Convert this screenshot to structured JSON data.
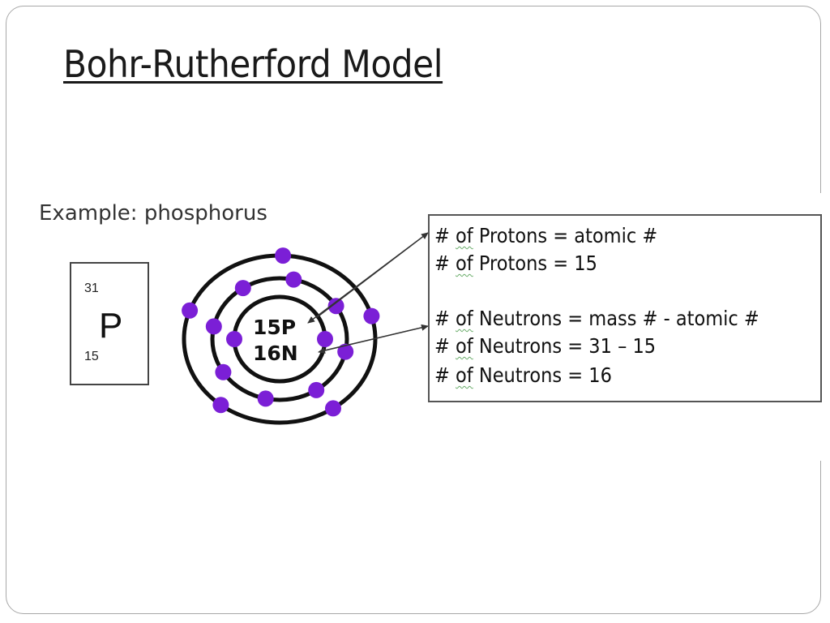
{
  "slide": {
    "title": "Bohr-Rutherford Model"
  },
  "example": {
    "label": "Example: phosphorus"
  },
  "element_tile": {
    "mass_number": "31",
    "symbol": "P",
    "atomic_number": "15"
  },
  "atom": {
    "nucleus_protons": "15P",
    "nucleus_neutrons": "16N",
    "shells": [
      {
        "shell": 1,
        "electrons": 2
      },
      {
        "shell": 2,
        "electrons": 8
      },
      {
        "shell": 3,
        "electrons": 5
      }
    ],
    "electron_color": "#7b1fd6"
  },
  "info": {
    "protons_rule_a": "# ",
    "protons_rule_of": "of",
    "protons_rule_b": " Protons = atomic #",
    "protons_value_a": "# ",
    "protons_value_of": "of",
    "protons_value_b": " Protons = 15",
    "neutrons_rule_a": "# ",
    "neutrons_rule_of": "of",
    "neutrons_rule_b": " Neutrons = mass # - atomic #",
    "neutrons_calc_a": "# ",
    "neutrons_calc_of": "of",
    "neutrons_calc_b": " Neutrons = 31 – 15",
    "neutrons_value_a": "# ",
    "neutrons_value_of": "of",
    "neutrons_value_b": " Neutrons = 16"
  }
}
